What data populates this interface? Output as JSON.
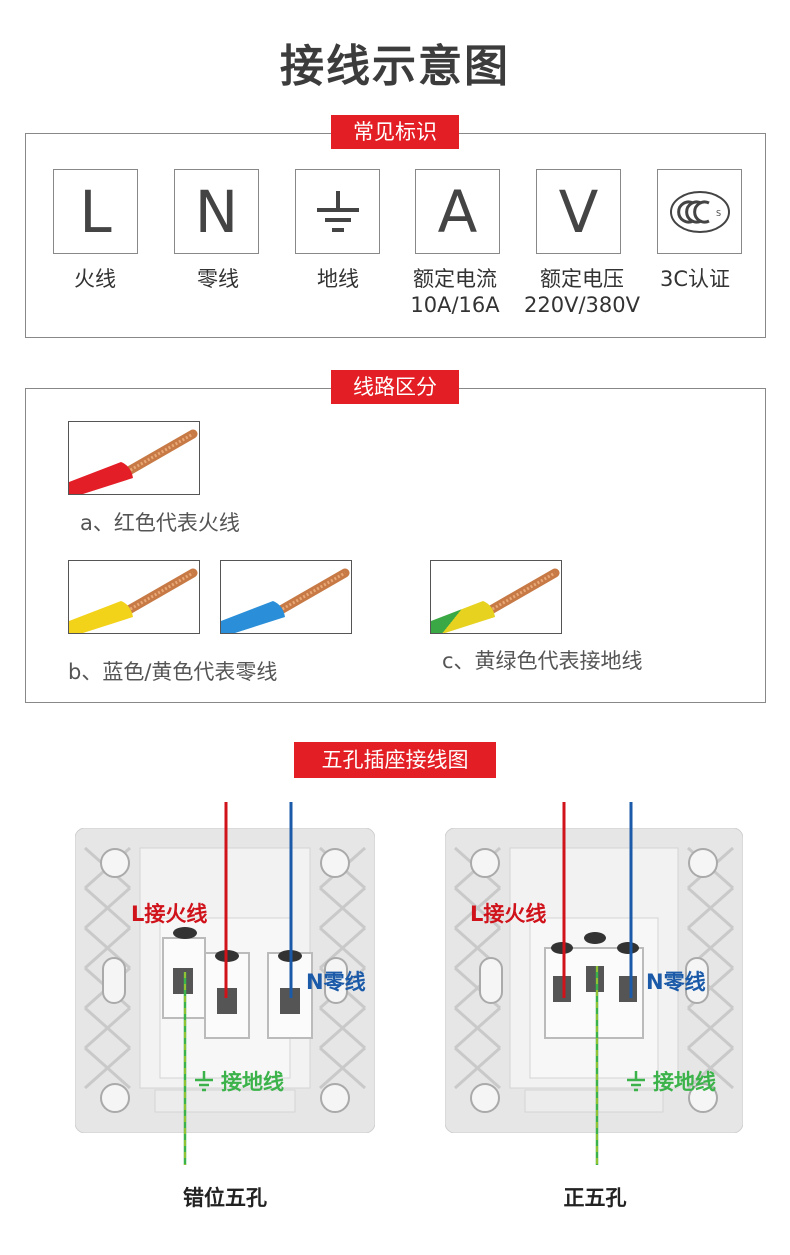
{
  "title": "接线示意图",
  "section1": {
    "badge": "常见标识",
    "items": [
      {
        "symbol": "L",
        "label": "火线",
        "sub": ""
      },
      {
        "symbol": "N",
        "label": "零线",
        "sub": ""
      },
      {
        "symbol": "ground-icon",
        "label": "地线",
        "sub": ""
      },
      {
        "symbol": "A",
        "label": "额定电流",
        "sub": "10A/16A"
      },
      {
        "symbol": "V",
        "label": "额定电压",
        "sub": "220V/380V"
      },
      {
        "symbol": "ccc-icon",
        "label": "3C认证",
        "sub": ""
      }
    ]
  },
  "section2": {
    "badge": "线路区分",
    "caption_a": "a、红色代表火线",
    "caption_b": "b、蓝色/黄色代表零线",
    "caption_c": "c、黄绿色代表接地线"
  },
  "section3": {
    "badge": "五孔插座接线图",
    "left": {
      "live": "L接火线",
      "neutral": "N零线",
      "ground": "接地线",
      "caption": "错位五孔"
    },
    "right": {
      "live": "L接火线",
      "neutral": "N零线",
      "ground": "接地线",
      "caption": "正五孔"
    }
  },
  "colors": {
    "accent": "#e31e24",
    "live": "#d0121b",
    "neutral": "#1a5aa8",
    "ground": "#3cb34a"
  }
}
